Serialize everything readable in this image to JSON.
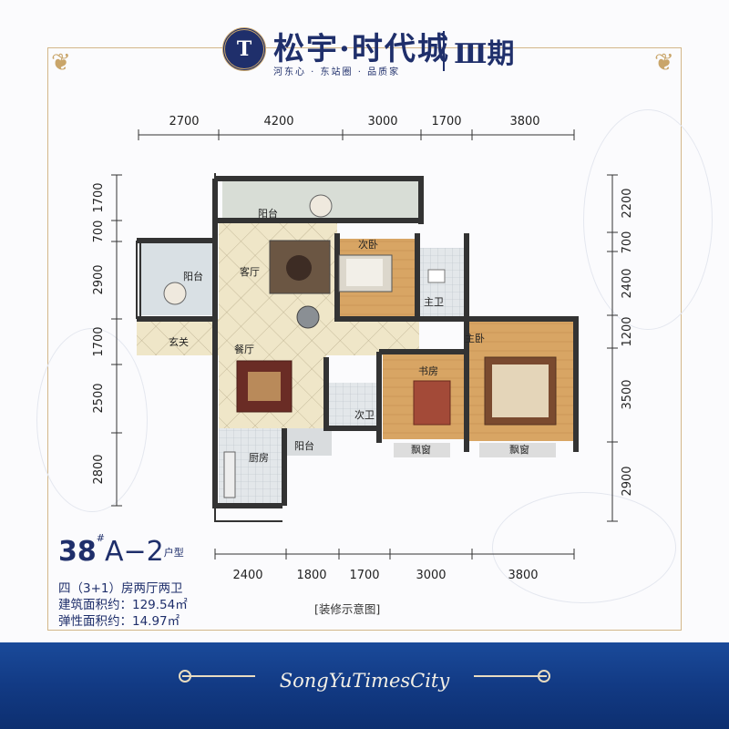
{
  "header": {
    "logo_glyph": "T",
    "brand": "松宇·时代城",
    "tagline": "河东心 · 东站圈 · 品质家",
    "phase": "Ⅲ期"
  },
  "dimensions": {
    "top": [
      "2700",
      "4200",
      "3000",
      "1700",
      "3800"
    ],
    "bottom": [
      "2400",
      "1800",
      "1700",
      "3000",
      "3800"
    ],
    "left": [
      "1700",
      "700",
      "2900",
      "1700",
      "2500",
      "2800"
    ],
    "right": [
      "2200",
      "700",
      "2400",
      "1200",
      "3500",
      "2900"
    ]
  },
  "rooms": {
    "balcony_top": "阳台",
    "balcony_left": "阳台",
    "living_room": "客厅",
    "second_bedroom": "次卧",
    "master_bath": "主卫",
    "entrance": "玄关",
    "dining_room": "餐厅",
    "master_bedroom": "主卧",
    "study": "书房",
    "second_bath": "次卫",
    "balcony_small": "阳台",
    "kitchen": "厨房",
    "bay_window_study": "飘窗",
    "bay_window_master": "飘窗"
  },
  "unit": {
    "building": "38",
    "building_suffix": "#",
    "type": "A−2",
    "suffix": "户型"
  },
  "specs": {
    "layout": "四（3+1）房两厅两卫",
    "floor_area": "建筑面积约：129.54㎡",
    "flexible_area": "弹性面积约：14.97㎡"
  },
  "note": "[装修示意图]",
  "footer": {
    "script_text": "SongYuTimesCity"
  },
  "colors": {
    "brand_navy": "#1f2f6b",
    "gold": "#c9a56a",
    "footer_blue": "#123a84",
    "floor_tile": "#efe6c8",
    "wood_floor": "#d9a868",
    "wall": "#3a3a3a"
  },
  "icons": [
    "logo-badge-icon",
    "corner-ornament-icon",
    "furniture-icons"
  ]
}
